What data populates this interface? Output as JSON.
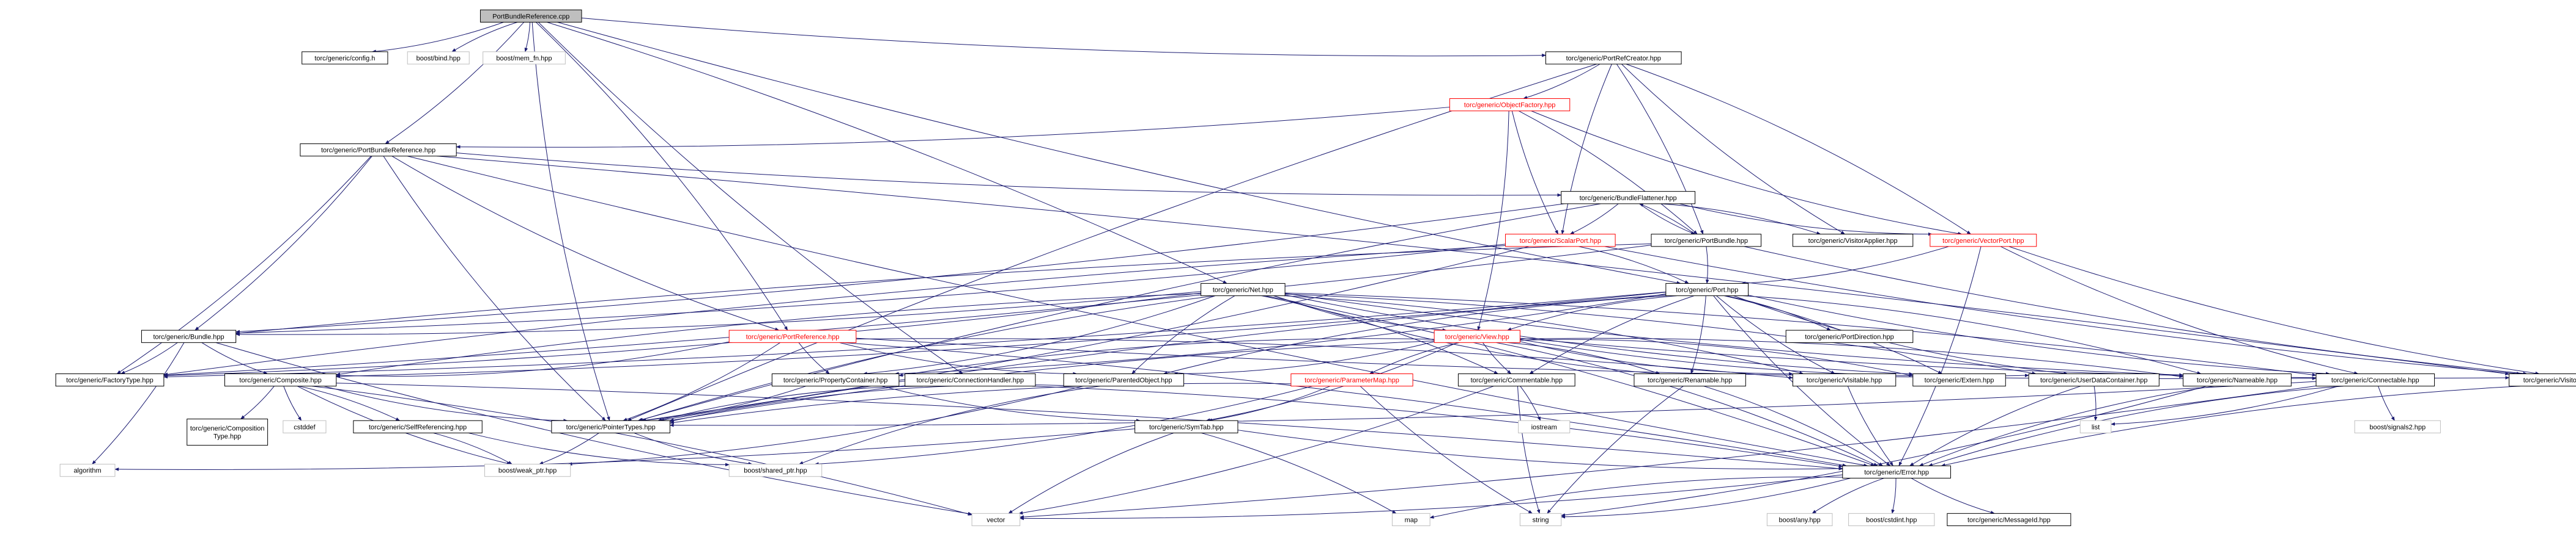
{
  "diagram": {
    "nodes": [
      {
        "id": "root",
        "label": "PortBundleReference.cpp",
        "kind": "root"
      },
      {
        "id": "config",
        "label": "torc/generic/config.h",
        "kind": "local"
      },
      {
        "id": "bind",
        "label": "boost/bind.hpp",
        "kind": "external"
      },
      {
        "id": "memfn",
        "label": "boost/mem_fn.hpp",
        "kind": "external"
      },
      {
        "id": "portrefcreator",
        "label": "torc/generic/PortRefCreator.hpp",
        "kind": "local"
      },
      {
        "id": "objectfactory",
        "label": "torc/generic/ObjectFactory.hpp",
        "kind": "red"
      },
      {
        "id": "portbundleref",
        "label": "torc/generic/PortBundleReference.hpp",
        "kind": "local"
      },
      {
        "id": "bundleflattener",
        "label": "torc/generic/BundleFlattener.hpp",
        "kind": "local"
      },
      {
        "id": "scalarport",
        "label": "torc/generic/ScalarPort.hpp",
        "kind": "red"
      },
      {
        "id": "portbundle",
        "label": "torc/generic/PortBundle.hpp",
        "kind": "local"
      },
      {
        "id": "visitorapplier",
        "label": "torc/generic/VisitorApplier.hpp",
        "kind": "local"
      },
      {
        "id": "vectorport",
        "label": "torc/generic/VectorPort.hpp",
        "kind": "red"
      },
      {
        "id": "net",
        "label": "torc/generic/Net.hpp",
        "kind": "local"
      },
      {
        "id": "port",
        "label": "torc/generic/Port.hpp",
        "kind": "local"
      },
      {
        "id": "bundle",
        "label": "torc/generic/Bundle.hpp",
        "kind": "local"
      },
      {
        "id": "portreference",
        "label": "torc/generic/PortReference.hpp",
        "kind": "red"
      },
      {
        "id": "view",
        "label": "torc/generic/View.hpp",
        "kind": "red"
      },
      {
        "id": "portdirection",
        "label": "torc/generic/PortDirection.hpp",
        "kind": "local"
      },
      {
        "id": "factorytype",
        "label": "torc/generic/FactoryType.hpp",
        "kind": "local"
      },
      {
        "id": "composite",
        "label": "torc/generic/Composite.hpp",
        "kind": "local"
      },
      {
        "id": "propertycontainer",
        "label": "torc/generic/PropertyContainer.hpp",
        "kind": "local"
      },
      {
        "id": "connectionhandler",
        "label": "torc/generic/ConnectionHandler.hpp",
        "kind": "local"
      },
      {
        "id": "parentedobject",
        "label": "torc/generic/ParentedObject.hpp",
        "kind": "local"
      },
      {
        "id": "parametermap",
        "label": "torc/generic/ParameterMap.hpp",
        "kind": "red"
      },
      {
        "id": "commentable",
        "label": "torc/generic/Commentable.hpp",
        "kind": "local"
      },
      {
        "id": "renamable",
        "label": "torc/generic/Renamable.hpp",
        "kind": "local"
      },
      {
        "id": "visitable",
        "label": "torc/generic/Visitable.hpp",
        "kind": "local"
      },
      {
        "id": "extern",
        "label": "torc/generic/Extern.hpp",
        "kind": "local"
      },
      {
        "id": "userdatacontainer",
        "label": "torc/generic/UserDataContainer.hpp",
        "kind": "local"
      },
      {
        "id": "nameable",
        "label": "torc/generic/Nameable.hpp",
        "kind": "local"
      },
      {
        "id": "connectable",
        "label": "torc/generic/Connectable.hpp",
        "kind": "local"
      },
      {
        "id": "visitortype",
        "label": "torc/generic/VisitorType.hpp",
        "kind": "local"
      },
      {
        "id": "compositiontype",
        "label": "torc/generic/Composition\nType.hpp",
        "kind": "local"
      },
      {
        "id": "cstddef",
        "label": "cstddef",
        "kind": "external"
      },
      {
        "id": "selfref",
        "label": "torc/generic/SelfReferencing.hpp",
        "kind": "local"
      },
      {
        "id": "pointertypes",
        "label": "torc/generic/PointerTypes.hpp",
        "kind": "local"
      },
      {
        "id": "symtab",
        "label": "torc/generic/SymTab.hpp",
        "kind": "local"
      },
      {
        "id": "iostream",
        "label": "iostream",
        "kind": "external"
      },
      {
        "id": "list",
        "label": "list",
        "kind": "external"
      },
      {
        "id": "signals2",
        "label": "boost/signals2.hpp",
        "kind": "external"
      },
      {
        "id": "algorithm",
        "label": "algorithm",
        "kind": "external"
      },
      {
        "id": "weakptr",
        "label": "boost/weak_ptr.hpp",
        "kind": "external"
      },
      {
        "id": "sharedptr",
        "label": "boost/shared_ptr.hpp",
        "kind": "external"
      },
      {
        "id": "error",
        "label": "torc/generic/Error.hpp",
        "kind": "local"
      },
      {
        "id": "vector",
        "label": "vector",
        "kind": "external"
      },
      {
        "id": "map",
        "label": "map",
        "kind": "external"
      },
      {
        "id": "string",
        "label": "string",
        "kind": "external"
      },
      {
        "id": "any",
        "label": "boost/any.hpp",
        "kind": "external"
      },
      {
        "id": "cstdint",
        "label": "boost/cstdint.hpp",
        "kind": "external"
      },
      {
        "id": "messageid",
        "label": "torc/generic/MessageId.hpp",
        "kind": "local"
      }
    ],
    "edges": [
      [
        "root",
        "config"
      ],
      [
        "root",
        "bind"
      ],
      [
        "root",
        "memfn"
      ],
      [
        "root",
        "portrefcreator"
      ],
      [
        "root",
        "portbundleref"
      ],
      [
        "root",
        "pointertypes"
      ],
      [
        "root",
        "portreference"
      ],
      [
        "root",
        "connectionhandler"
      ],
      [
        "root",
        "net"
      ],
      [
        "root",
        "port"
      ],
      [
        "portrefcreator",
        "objectfactory"
      ],
      [
        "portrefcreator",
        "scalarport"
      ],
      [
        "portrefcreator",
        "portbundle"
      ],
      [
        "portrefcreator",
        "visitorapplier"
      ],
      [
        "portrefcreator",
        "vectorport"
      ],
      [
        "portrefcreator",
        "pointertypes"
      ],
      [
        "objectfactory",
        "portbundleref"
      ],
      [
        "objectfactory",
        "scalarport"
      ],
      [
        "objectfactory",
        "portbundle"
      ],
      [
        "objectfactory",
        "vectorport"
      ],
      [
        "objectfactory",
        "view"
      ],
      [
        "portbundleref",
        "bundleflattener"
      ],
      [
        "portbundleref",
        "bundle"
      ],
      [
        "portbundleref",
        "portreference"
      ],
      [
        "portbundleref",
        "factorytype"
      ],
      [
        "portbundleref",
        "pointertypes"
      ],
      [
        "portbundleref",
        "visitortype"
      ],
      [
        "portbundleref",
        "error"
      ],
      [
        "bundleflattener",
        "scalarport"
      ],
      [
        "bundleflattener",
        "portbundle"
      ],
      [
        "bundleflattener",
        "visitorapplier"
      ],
      [
        "bundleflattener",
        "vectorport"
      ],
      [
        "bundleflattener",
        "bundle"
      ],
      [
        "bundleflattener",
        "pointertypes"
      ],
      [
        "scalarport",
        "port"
      ],
      [
        "scalarport",
        "factorytype"
      ],
      [
        "scalarport",
        "pointertypes"
      ],
      [
        "scalarport",
        "visitortype"
      ],
      [
        "scalarport",
        "bundle"
      ],
      [
        "portbundle",
        "bundleflattener"
      ],
      [
        "portbundle",
        "port"
      ],
      [
        "portbundle",
        "bundle"
      ],
      [
        "portbundle",
        "factorytype"
      ],
      [
        "portbundle",
        "visitortype"
      ],
      [
        "vectorport",
        "port"
      ],
      [
        "vectorport",
        "visitortype"
      ],
      [
        "vectorport",
        "error"
      ],
      [
        "vectorport",
        "connectable"
      ],
      [
        "net",
        "bundle"
      ],
      [
        "net",
        "composite"
      ],
      [
        "net",
        "factorytype"
      ],
      [
        "net",
        "view"
      ],
      [
        "net",
        "commentable"
      ],
      [
        "net",
        "renamable"
      ],
      [
        "net",
        "visitable"
      ],
      [
        "net",
        "extern"
      ],
      [
        "net",
        "userdatacontainer"
      ],
      [
        "net",
        "nameable"
      ],
      [
        "net",
        "connectable"
      ],
      [
        "net",
        "parentedobject"
      ],
      [
        "net",
        "propertycontainer"
      ],
      [
        "net",
        "pointertypes"
      ],
      [
        "net",
        "error"
      ],
      [
        "port",
        "view"
      ],
      [
        "port",
        "portdirection"
      ],
      [
        "port",
        "commentable"
      ],
      [
        "port",
        "renamable"
      ],
      [
        "port",
        "visitable"
      ],
      [
        "port",
        "extern"
      ],
      [
        "port",
        "userdatacontainer"
      ],
      [
        "port",
        "nameable"
      ],
      [
        "port",
        "connectable"
      ],
      [
        "port",
        "composite"
      ],
      [
        "port",
        "parentedobject"
      ],
      [
        "port",
        "propertycontainer"
      ],
      [
        "port",
        "pointertypes"
      ],
      [
        "port",
        "factorytype"
      ],
      [
        "port",
        "error"
      ],
      [
        "bundle",
        "factorytype"
      ],
      [
        "bundle",
        "composite"
      ],
      [
        "bundle",
        "algorithm"
      ],
      [
        "bundle",
        "vector"
      ],
      [
        "portreference",
        "composite"
      ],
      [
        "portreference",
        "connectable"
      ],
      [
        "portreference",
        "visitable"
      ],
      [
        "portreference",
        "parentedobject"
      ],
      [
        "portreference",
        "pointertypes"
      ],
      [
        "portreference",
        "propertycontainer"
      ],
      [
        "portreference",
        "error"
      ],
      [
        "view",
        "commentable"
      ],
      [
        "view",
        "renamable"
      ],
      [
        "view",
        "visitable"
      ],
      [
        "view",
        "extern"
      ],
      [
        "view",
        "userdatacontainer"
      ],
      [
        "view",
        "nameable"
      ],
      [
        "view",
        "parametermap"
      ],
      [
        "view",
        "parentedobject"
      ],
      [
        "view",
        "propertycontainer"
      ],
      [
        "view",
        "symtab"
      ],
      [
        "view",
        "pointertypes"
      ],
      [
        "view",
        "error"
      ],
      [
        "view",
        "visitortype"
      ],
      [
        "composite",
        "compositiontype"
      ],
      [
        "composite",
        "cstddef"
      ],
      [
        "composite",
        "selfref"
      ],
      [
        "composite",
        "pointertypes"
      ],
      [
        "composite",
        "error"
      ],
      [
        "composite",
        "weakptr"
      ],
      [
        "composite",
        "vector"
      ],
      [
        "propertycontainer",
        "symtab"
      ],
      [
        "propertycontainer",
        "pointertypes"
      ],
      [
        "connectionhandler",
        "pointertypes"
      ],
      [
        "connectionhandler",
        "error"
      ],
      [
        "parentedobject",
        "pointertypes"
      ],
      [
        "parentedobject",
        "weakptr"
      ],
      [
        "parentedobject",
        "sharedptr"
      ],
      [
        "parametermap",
        "symtab"
      ],
      [
        "parametermap",
        "pointertypes"
      ],
      [
        "parametermap",
        "sharedptr"
      ],
      [
        "parametermap",
        "string"
      ],
      [
        "commentable",
        "vector"
      ],
      [
        "commentable",
        "string"
      ],
      [
        "commentable",
        "iostream"
      ],
      [
        "renamable",
        "string"
      ],
      [
        "renamable",
        "error"
      ],
      [
        "visitable",
        "error"
      ],
      [
        "userdatacontainer",
        "list"
      ],
      [
        "userdatacontainer",
        "error"
      ],
      [
        "nameable",
        "string"
      ],
      [
        "nameable",
        "error"
      ],
      [
        "connectable",
        "list"
      ],
      [
        "connectable",
        "signals2"
      ],
      [
        "connectable",
        "vector"
      ],
      [
        "connectable",
        "error"
      ],
      [
        "connectable",
        "pointertypes"
      ],
      [
        "visitortype",
        "error"
      ],
      [
        "selfref",
        "weakptr"
      ],
      [
        "selfref",
        "sharedptr"
      ],
      [
        "pointertypes",
        "weakptr"
      ],
      [
        "pointertypes",
        "sharedptr"
      ],
      [
        "symtab",
        "map"
      ],
      [
        "symtab",
        "vector"
      ],
      [
        "symtab",
        "algorithm"
      ],
      [
        "symtab",
        "error"
      ],
      [
        "error",
        "vector"
      ],
      [
        "error",
        "map"
      ],
      [
        "error",
        "string"
      ],
      [
        "error",
        "any"
      ],
      [
        "error",
        "cstdint"
      ],
      [
        "error",
        "messageid"
      ]
    ]
  },
  "colors": {
    "root_fill": "#bfbfbf",
    "node_border": "#000000",
    "external_border": "#bfbfbf",
    "red_border": "#ff0000",
    "red_text": "#ff0000",
    "edge": "#191970",
    "text": "#000000"
  }
}
